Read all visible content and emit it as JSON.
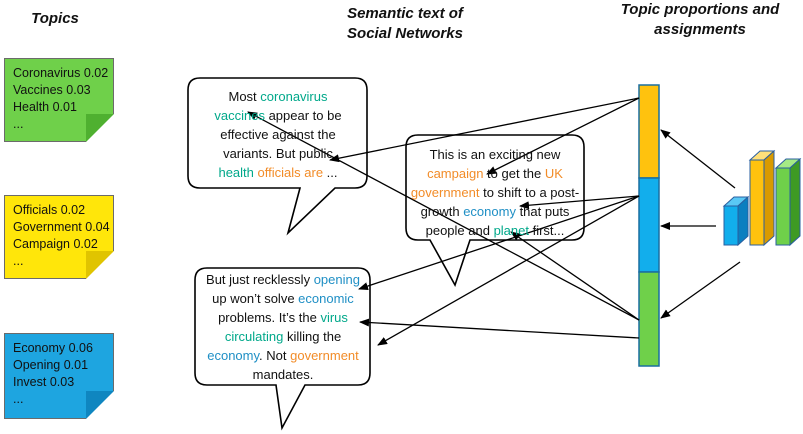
{
  "headers": {
    "topics": "Topics",
    "semantic_line1": "Semantic text of",
    "semantic_line2": "Social Networks",
    "proportions_line1": "Topic proportions and",
    "proportions_line2": "assignments"
  },
  "topic_notes": [
    {
      "color": "#6fd04a",
      "fold": "#4fb030",
      "lines": [
        "Coronavirus 0.02",
        "Vaccines 0.03",
        "Health 0.01",
        "..."
      ]
    },
    {
      "color": "#ffe60a",
      "fold": "#e0c400",
      "lines": [
        "Officials 0.02",
        "Government 0.04",
        "Campaign 0.02",
        "..."
      ]
    },
    {
      "color": "#1ea5e0",
      "fold": "#0f86c0",
      "lines": [
        "Economy 0.06",
        "Opening  0.01",
        "Invest 0.03",
        "..."
      ]
    }
  ],
  "bubbles": [
    {
      "lines": [
        [
          {
            "t": "Most "
          },
          {
            "t": "coronavirus",
            "c": "green"
          }
        ],
        [
          {
            "t": "vaccines",
            "c": "green"
          },
          {
            "t": " appear to be"
          }
        ],
        [
          {
            "t": "effective against the"
          }
        ],
        [
          {
            "t": "variants. But public"
          }
        ],
        [
          {
            "t": "health",
            "c": "green"
          },
          {
            "t": " "
          },
          {
            "t": "officials",
            "c": "orange"
          },
          {
            "t": " "
          },
          {
            "t": "are",
            "c": "orange"
          },
          {
            "t": " ..."
          }
        ]
      ]
    },
    {
      "lines": [
        [
          {
            "t": "This is an exciting new"
          }
        ],
        [
          {
            "t": "campaign",
            "c": "orange"
          },
          {
            "t": " to get the "
          },
          {
            "t": "UK",
            "c": "orange"
          }
        ],
        [
          {
            "t": "government",
            "c": "orange"
          },
          {
            "t": " to shift to a post-"
          }
        ],
        [
          {
            "t": "growth "
          },
          {
            "t": "economy",
            "c": "blue"
          },
          {
            "t": " that puts"
          }
        ],
        [
          {
            "t": "people and "
          },
          {
            "t": "planet",
            "c": "green"
          },
          {
            "t": " first..."
          }
        ]
      ]
    },
    {
      "lines": [
        [
          {
            "t": "But just recklessly "
          },
          {
            "t": "opening",
            "c": "blue"
          }
        ],
        [
          {
            "t": "up won’t solve "
          },
          {
            "t": "economic",
            "c": "blue"
          }
        ],
        [
          {
            "t": "problems. It’s the "
          },
          {
            "t": "virus",
            "c": "green"
          }
        ],
        [
          {
            "t": "circulating",
            "c": "green"
          },
          {
            "t": " killing the"
          }
        ],
        [
          {
            "t": "economy",
            "c": "blue"
          },
          {
            "t": ". Not "
          },
          {
            "t": "government",
            "c": "orange"
          }
        ],
        [
          {
            "t": "mandates."
          }
        ]
      ]
    }
  ],
  "colors": {
    "green": "#6fd04a",
    "yellow": "#ffc20e",
    "blue": "#12aeec",
    "kw_green": "#00a88a",
    "kw_orange": "#f28c28",
    "kw_blue": "#1f8fc5"
  }
}
